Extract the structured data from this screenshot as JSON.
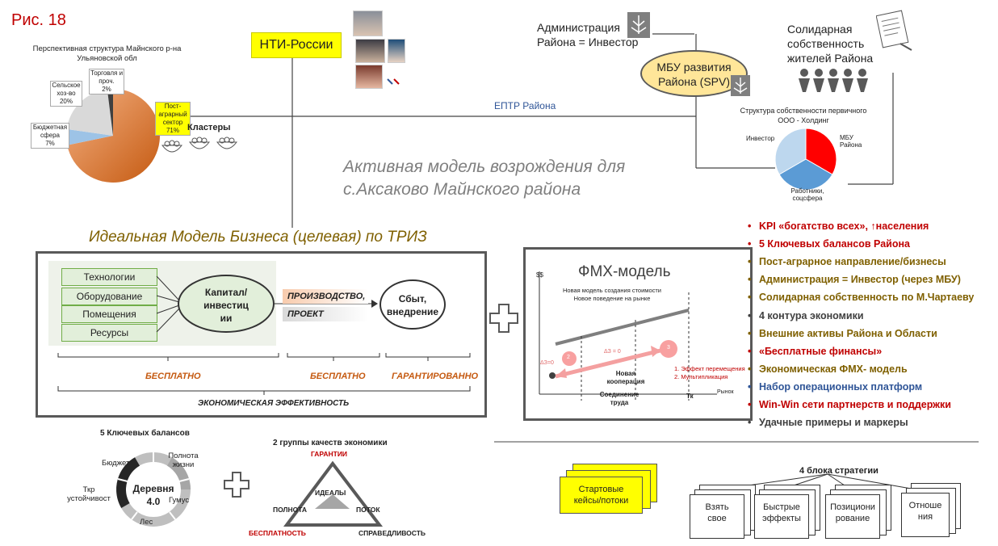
{
  "figure_label": "Рис. 18",
  "pie_top": {
    "title_line1": "Перспективная структура  Майнского р-на",
    "title_line2": "Ульяновской обл",
    "slices": [
      {
        "label": "Пост-аграрный сектор 71%",
        "value": 71,
        "color": "#e67e22"
      },
      {
        "label": "Бюджетная сфера 7%",
        "value": 7,
        "color": "#9dc3e6"
      },
      {
        "label": "Сельское хоз-во 20%",
        "value": 20,
        "color": "#d9d9d9"
      },
      {
        "label": "Торговля и проч. 2%",
        "value": 2,
        "color": "#404040"
      }
    ],
    "label_post_1": "Пост-",
    "label_post_2": "аграрный",
    "label_post_3": "сектор",
    "label_post_4": "71%",
    "label_budget_1": "Бюджетная",
    "label_budget_2": "сфера",
    "label_budget_3": "7%",
    "label_agro_1": "Сельское",
    "label_agro_2": "хоз-во",
    "label_agro_3": "20%",
    "label_trade_1": "Торговля и",
    "label_trade_2": "проч.",
    "label_trade_3": "2%"
  },
  "clusters_label": "Кластеры",
  "nti_label": "НТИ-России",
  "admin_line1": "Администрация",
  "admin_line2": "Района = Инвестор",
  "spv_line1": "МБУ развития",
  "spv_line2": "Района (SPV)",
  "solidarity_line1": "Солидарная",
  "solidarity_line2": "собственность",
  "solidarity_line3": "жителей Района",
  "eptr_label": "ЕПТР Района",
  "pie_right": {
    "title_line1": "Структура собственности первичного",
    "title_line2": "ООО - Холдинг",
    "label_investor": "Инвестор",
    "label_mbu_1": "МБУ",
    "label_mbu_2": "Района",
    "label_workers_1": "Работники,",
    "label_workers_2": "соцсфера",
    "slices": [
      {
        "label": "МБУ Района",
        "color": "#ff0000"
      },
      {
        "label": "Работники, соцсфера",
        "color": "#5b9bd5"
      },
      {
        "label": "Инвестор",
        "color": "#bdd7ee"
      }
    ]
  },
  "main_title_line1": "Активная модель возрождения для",
  "main_title_line2": "с.Аксаково Майнского района",
  "ideal_title": "Идеальная Модель Бизнеса (целевая) по ТРИЗ",
  "ideal": {
    "items": [
      "Технологии",
      "Оборудование",
      "Помещения",
      "Ресурсы"
    ],
    "capital_line1": "Капитал/",
    "capital_line2": "инвестиц",
    "capital_line3": "ии",
    "production": "ПРОИЗВОДСТВО,",
    "project": "ПРОЕКТ",
    "sales_line1": "Сбыт,",
    "sales_line2": "внедрение",
    "free1": "БЕСПЛАТНО",
    "free2": "БЕСПЛАТНО",
    "guaranteed": "ГАРАНТИРОВАННО",
    "efficiency": "ЭКОНОМИЧЕСКАЯ ЭФФЕКТИВНОСТЬ"
  },
  "fmh": {
    "title": "ФМХ-модель",
    "ylabel": "$$",
    "caption_line1": "Новая модель создания стоимости",
    "caption_line2": "Новое поведение на рынке",
    "delta0": "ΔЗ=0",
    "delta_eq": "ΔЗ = 0",
    "marker2": "2",
    "marker3": "3",
    "effect1": "1. Эффект перемещения",
    "effect2": "2. Мультипликация",
    "new_coop_1": "Новая",
    "new_coop_2": "кооперация",
    "joining_1": "Соединение",
    "joining_2": "труда",
    "tk": "Тк",
    "market": "Рынок"
  },
  "kpi_list": [
    {
      "text": "KPI «богатство всех», ↑населения",
      "color": "#c00000"
    },
    {
      "text": "5 Ключевых балансов Района",
      "color": "#c00000"
    },
    {
      "text": "Пост-аграрное направление/бизнесы",
      "color": "#7f6000"
    },
    {
      "text": "Администрация = Инвестор (через МБУ)",
      "color": "#7f6000"
    },
    {
      "text": "Солидарная собственность по М.Чартаеву",
      "color": "#7f6000"
    },
    {
      "text": "4 контура экономики",
      "color": "#404040"
    },
    {
      "text": "Внешние активы Района и Области",
      "color": "#7f6000"
    },
    {
      "text": "«Бесплатные финансы»",
      "color": "#c00000"
    },
    {
      "text": "Экономическая ФМХ- модель",
      "color": "#7f6000"
    },
    {
      "text": "Набор операционных платформ",
      "color": "#2f5597"
    },
    {
      "text": "Win-Win сети партнерств и поддержки",
      "color": "#c00000"
    },
    {
      "text": "Удачные примеры и маркеры",
      "color": "#404040"
    }
  ],
  "balances": {
    "title": "5 Ключевых балансов",
    "center_line1": "Деревня",
    "center_line2": "4.0",
    "budget": "Бюджет",
    "fullness_1": "Полнота",
    "fullness_2": "жизни",
    "humus": "Гумус",
    "forest": "Лес",
    "tkr_1": "Ткр",
    "tkr_2": "устойчивост"
  },
  "quality": {
    "title": "2 группы качеств экономики",
    "guarantees": "ГАРАНТИИ",
    "ideals": "ИДЕАЛЫ",
    "fullness": "ПОЛНОТА",
    "flow": "ПОТОК",
    "free": "БЕСПЛАТНОСТЬ",
    "justice": "СПРАВЕДЛИВОСТЬ"
  },
  "start_cases_line1": "Стартовые",
  "start_cases_line2": "кейсы/потоки",
  "strategy_title": "4 блока стратегии",
  "strategy_blocks": [
    {
      "line1": "Взять",
      "line2": "свое"
    },
    {
      "line1": "Быстрые",
      "line2": "эффекты"
    },
    {
      "line1": "Позициони",
      "line2": "рование"
    },
    {
      "line1": "Отноше",
      "line2": "ния"
    }
  ]
}
